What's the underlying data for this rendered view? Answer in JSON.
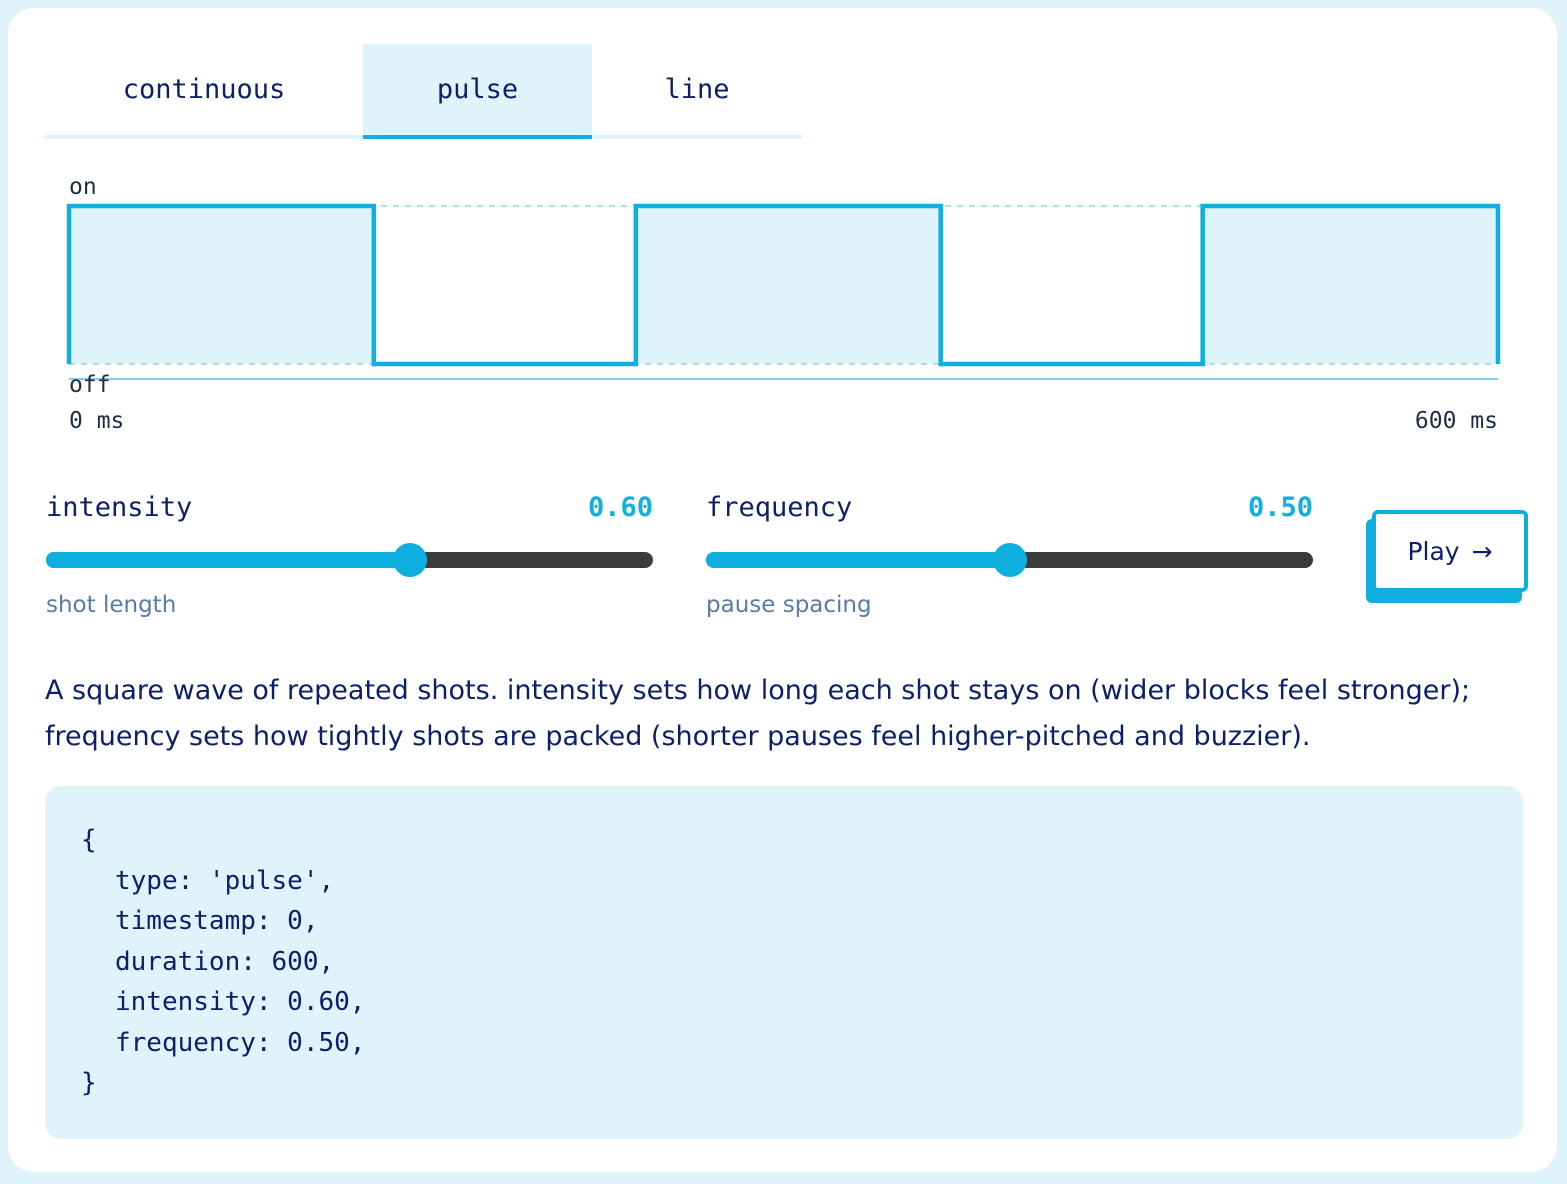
{
  "tabs": [
    {
      "label": "continuous",
      "active": false
    },
    {
      "label": "pulse",
      "active": true
    },
    {
      "label": "line",
      "active": false
    }
  ],
  "chart": {
    "y_top_label": "on",
    "y_bottom_label": "off",
    "x_start_label": "0 ms",
    "x_end_label": "600 ms",
    "line_color": "#0fb0e0",
    "fill_color": "#dff3fa"
  },
  "chart_data": {
    "type": "area",
    "shape": "square-wave",
    "x_unit": "ms",
    "xlim": [
      0,
      600
    ],
    "ylim": [
      "off",
      "on"
    ],
    "segments": [
      {
        "state": "on",
        "start": 0,
        "end": 128
      },
      {
        "state": "off",
        "start": 128,
        "end": 238
      },
      {
        "state": "on",
        "start": 238,
        "end": 366
      },
      {
        "state": "off",
        "start": 366,
        "end": 476
      },
      {
        "state": "on",
        "start": 476,
        "end": 600
      }
    ]
  },
  "sliders": [
    {
      "name": "intensity",
      "value_label": "0.60",
      "value": 0.6,
      "caption": "shot length"
    },
    {
      "name": "frequency",
      "value_label": "0.50",
      "value": 0.5,
      "caption": "pause spacing"
    }
  ],
  "play_button": {
    "label": "Play",
    "arrow": "→",
    "icon": "arrow-right-icon"
  },
  "description": "A square wave of repeated shots. intensity sets how long each shot stays on (wider blocks feel stronger); frequency sets how tightly shots are packed (shorter pauses feel higher-pitched and buzzier).",
  "code": {
    "open": "{",
    "lines": [
      "type: 'pulse',",
      "timestamp: 0,",
      "duration: 600,",
      "intensity: 0.60,",
      "frequency: 0.50,"
    ],
    "close": "}"
  },
  "colors": {
    "accent": "#0fb0e0",
    "accent_light": "#dff3fa",
    "text": "#0b1f6b",
    "track": "#3c3c3c"
  }
}
